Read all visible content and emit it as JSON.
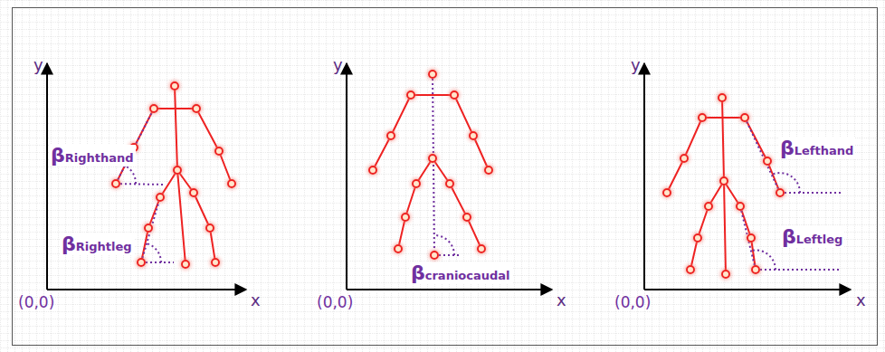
{
  "diagram": {
    "labels": [
      "y",
      "βRighthand",
      "βRightleg",
      "(0,0)",
      "x",
      "y",
      "βcraniocaudal",
      "(0,0)",
      "x",
      "y",
      "βLefthand",
      "βLeftleg",
      "(0,0)",
      "x"
    ]
  }
}
